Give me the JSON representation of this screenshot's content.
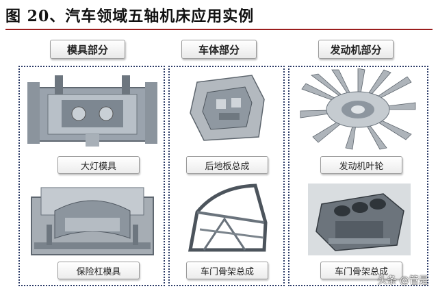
{
  "title": "图 20、汽车领域五轴机床应用实例",
  "categories": [
    "模具部分",
    "车体部分",
    "发动机部分"
  ],
  "captions": {
    "mold_1": "大灯模具",
    "mold_2": "保险杠模具",
    "body_1": "后地板总成",
    "body_2": "车门骨架总成",
    "engine_1": "发动机叶轮",
    "engine_2": "车门骨架总成"
  },
  "watermark": "头条 @管是"
}
